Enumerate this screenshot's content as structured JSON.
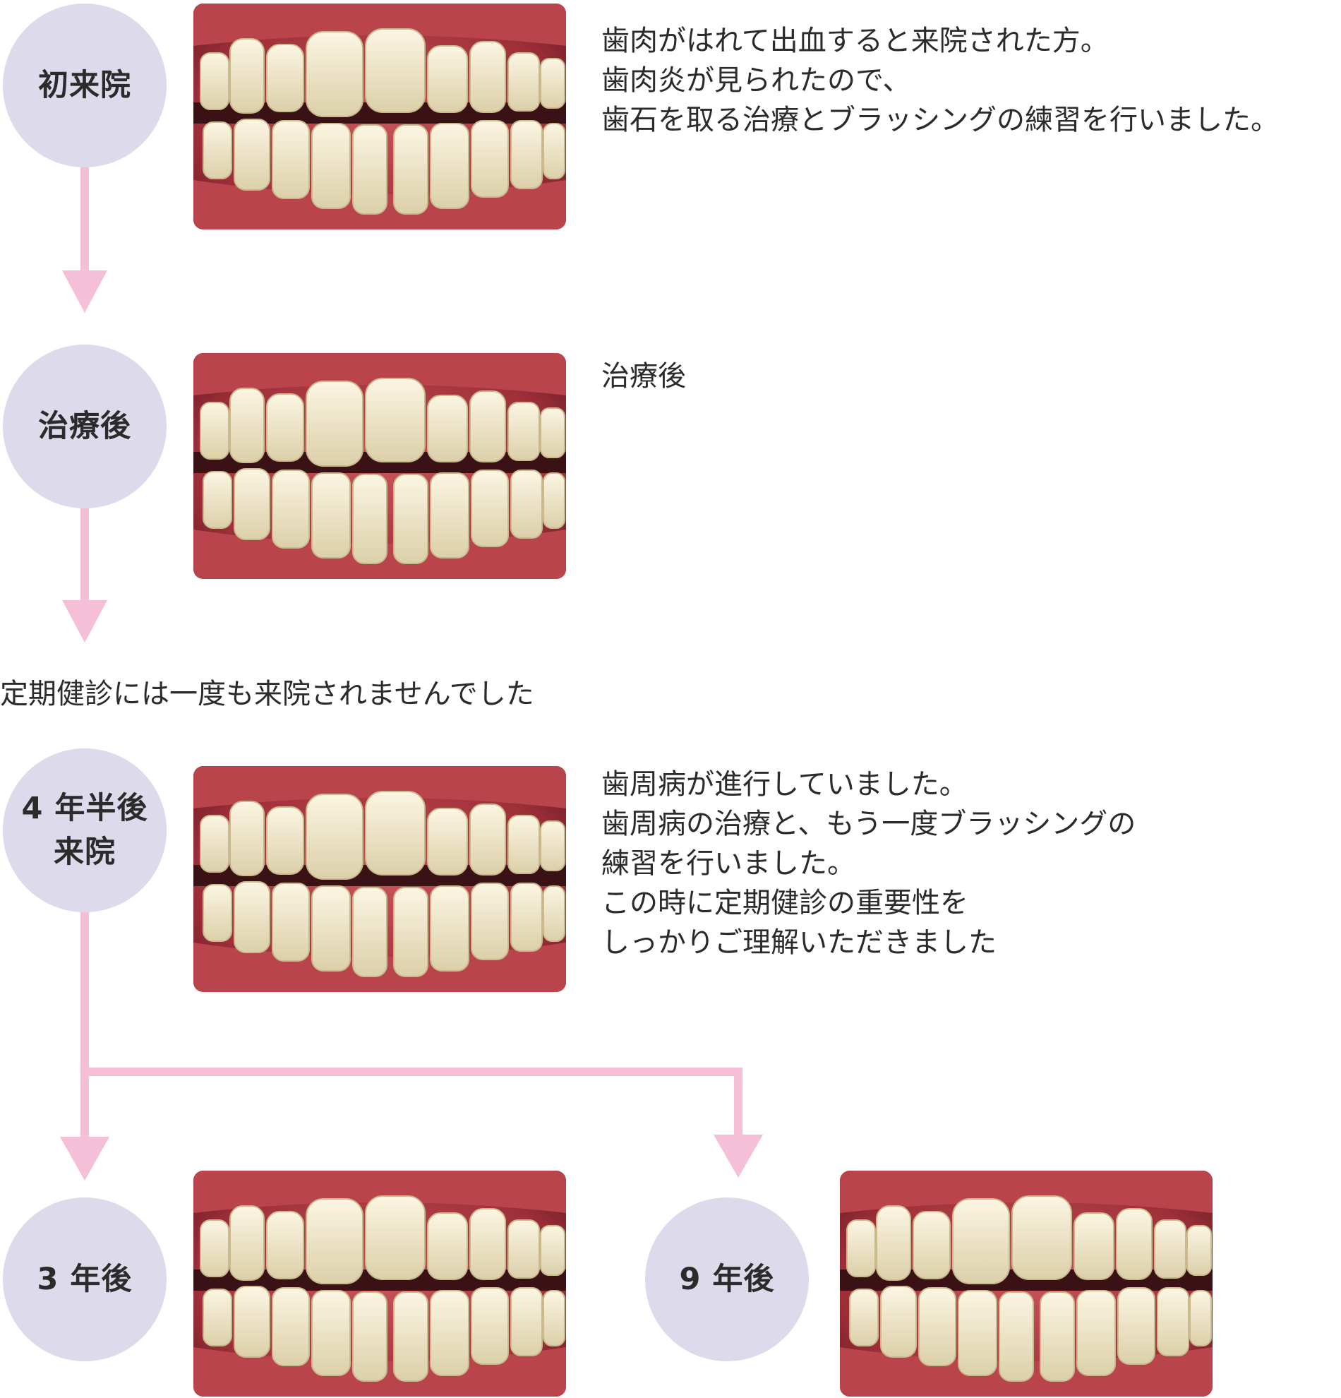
{
  "colors": {
    "circle_fill": "#dcdaeb",
    "arrow": "#f4bfd7",
    "text": "#2b2b2b",
    "gum": "#b5424a",
    "tooth": "#efe6cd"
  },
  "stages": [
    {
      "label": "初来院",
      "photo": "teeth-photo",
      "description": [
        "歯肉がはれて出血すると来院された方。",
        "歯肉炎が見られたので、",
        "歯石を取る治療とブラッシングの練習を行いました。"
      ]
    },
    {
      "label": "治療後",
      "photo": "teeth-photo",
      "description": [
        "治療後"
      ]
    },
    {
      "label": "4 年半後\n来院",
      "photo": "teeth-photo",
      "description": [
        "歯周病が進行していました。",
        "歯周病の治療と、もう一度ブラッシングの",
        "練習を行いました。",
        "この時に定期健診の重要性を",
        "しっかりご理解いただきました"
      ]
    },
    {
      "label": "3 年後",
      "photo": "teeth-photo"
    },
    {
      "label": "9 年後",
      "photo": "teeth-photo"
    }
  ],
  "mid_note": "定期健診には一度も来院されませんでした"
}
